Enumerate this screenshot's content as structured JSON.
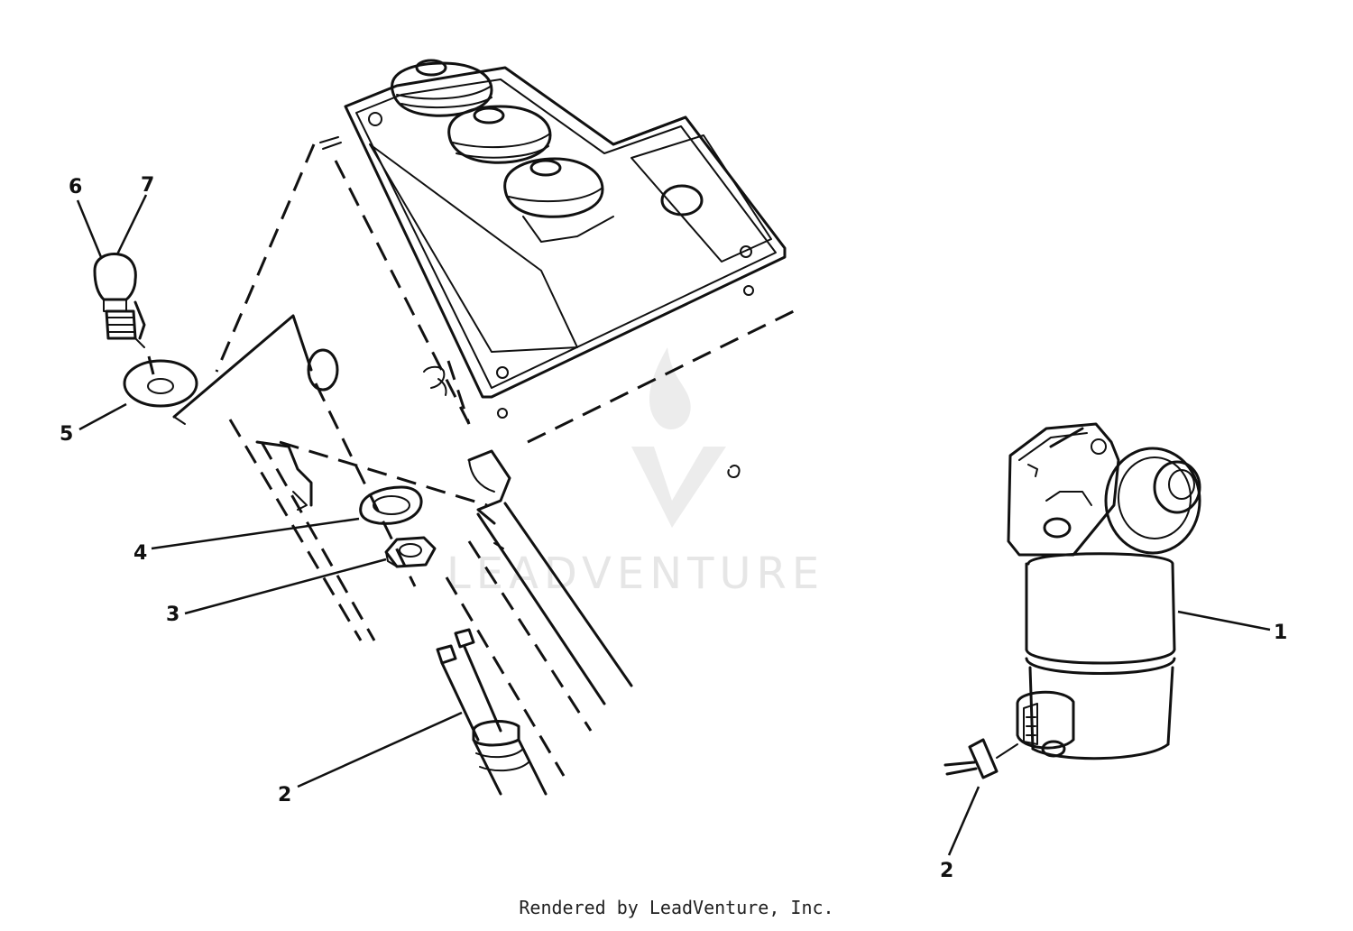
{
  "watermark": {
    "text": "LEADVENTURE"
  },
  "callouts": [
    {
      "id": "1",
      "label": "1"
    },
    {
      "id": "2a",
      "label": "2"
    },
    {
      "id": "2b",
      "label": "2"
    },
    {
      "id": "3",
      "label": "3"
    },
    {
      "id": "4",
      "label": "4"
    },
    {
      "id": "5",
      "label": "5"
    },
    {
      "id": "6",
      "label": "6"
    },
    {
      "id": "7",
      "label": "7"
    }
  ],
  "footer": {
    "text": "Rendered by LeadVenture, Inc."
  }
}
